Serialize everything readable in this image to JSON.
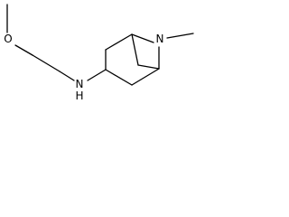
{
  "molecule": {
    "atoms": {
      "oxygen": "O",
      "amine_nitrogen": "N",
      "amine_hydrogen": "H",
      "bridge_nitrogen": "N"
    }
  },
  "colors": {
    "bond": "#000000",
    "label": "#000000",
    "background": "#ffffff"
  }
}
